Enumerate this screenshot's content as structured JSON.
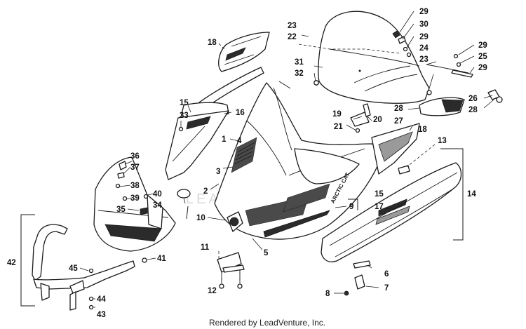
{
  "credit": "Rendered by LeadVenture, Inc.",
  "watermark": "LEADVENTURE",
  "hood_decal": "ARCTIC CAT",
  "colors": {
    "line": "#1a1a1a",
    "background": "#ffffff",
    "shade": "#2b2b2b"
  },
  "callouts": {
    "c1": "1",
    "c2": "2",
    "c3": "3",
    "c4": "4",
    "c5": "5",
    "c6": "6",
    "c7": "7",
    "c8": "8",
    "c9": "9",
    "c10": "10",
    "c11": "11",
    "c12": "12",
    "c13": "13",
    "c14": "14",
    "c15a": "15",
    "c15b": "15",
    "c16": "16",
    "c17": "17",
    "c18a": "18",
    "c18b": "18",
    "c19": "19",
    "c20": "20",
    "c21": "21",
    "c22": "22",
    "c23a": "23",
    "c23b": "23",
    "c24": "24",
    "c25": "25",
    "c26": "26",
    "c27": "27",
    "c28a": "28",
    "c28b": "28",
    "c29a": "29",
    "c29b": "29",
    "c29c": "29",
    "c29d": "29",
    "c30": "30",
    "c31": "31",
    "c32": "32",
    "c33": "33",
    "c34": "34",
    "c35": "35",
    "c36": "36",
    "c37": "37",
    "c38": "38",
    "c39": "39",
    "c40": "40",
    "c41": "41",
    "c42": "42",
    "c43": "43",
    "c44": "44",
    "c45": "45"
  }
}
